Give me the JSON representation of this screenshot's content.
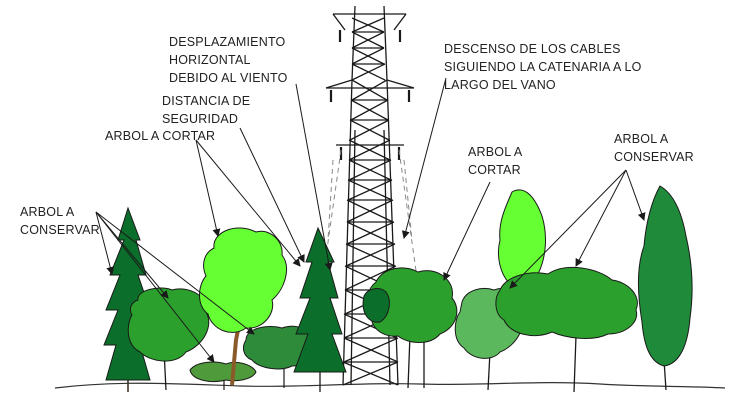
{
  "labels": {
    "horizontal_displacement": "DESPLAZAMIENTO\nHORIZONTAL\nDEBIDO AL VIENTO",
    "safety_distance": "DISTANCIA DE\nSEGURIDAD",
    "tree_to_cut_left": "ARBOL A CORTAR",
    "tree_to_keep_left": "ARBOL A\nCONSERVAR",
    "cable_descent": "DESCENSO DE LOS CABLES\nSIGUIENDO LA CATENARIA A LO\nLARGO DEL VANO",
    "tree_to_cut_right": "ARBOL A\nCORTAR",
    "tree_to_keep_right": "ARBOL A\nCONSERVAR"
  },
  "colors": {
    "light_green": "#66ff33",
    "medium_green": "#2ca02c",
    "dark_green": "#0b6e2a",
    "olive_green": "#4f9a3a",
    "trunk_brown": "#8b5a2b",
    "line_black": "#1a1a1a"
  }
}
